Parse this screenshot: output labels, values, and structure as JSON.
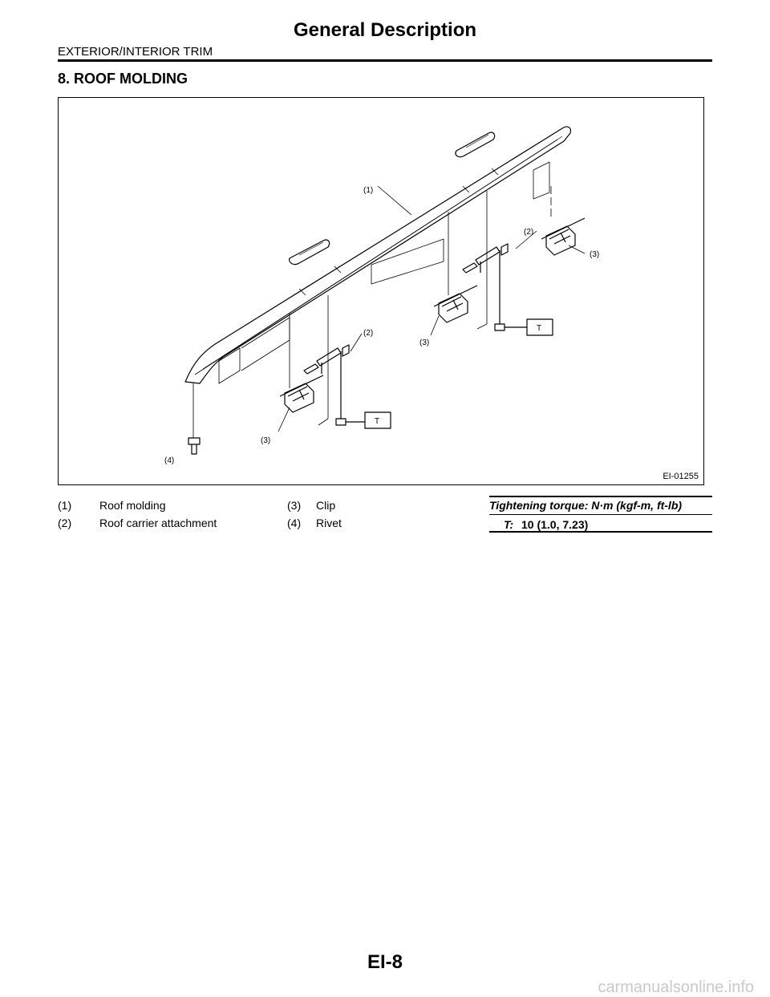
{
  "header": {
    "title": "General Description",
    "section": "EXTERIOR/INTERIOR TRIM"
  },
  "section_title": "8.  ROOF MOLDING",
  "figure": {
    "id": "EI-01255",
    "callouts": {
      "c1": "(1)",
      "c2": "(2)",
      "c3": "(3)",
      "c4": "(4)",
      "torque": "T"
    }
  },
  "legend": {
    "items": [
      {
        "num": "(1)",
        "text": "Roof molding"
      },
      {
        "num": "(2)",
        "text": "Roof carrier attachment"
      },
      {
        "num": "(3)",
        "text": "Clip"
      },
      {
        "num": "(4)",
        "text": "Rivet"
      }
    ],
    "torque_title": "Tightening torque: N·m (kgf-m, ft-lb)",
    "torque_key": "T:",
    "torque_value": "10 (1.0, 7.23)"
  },
  "footer": {
    "page_number": "EI-8",
    "watermark": "carmanualsonline.info"
  }
}
